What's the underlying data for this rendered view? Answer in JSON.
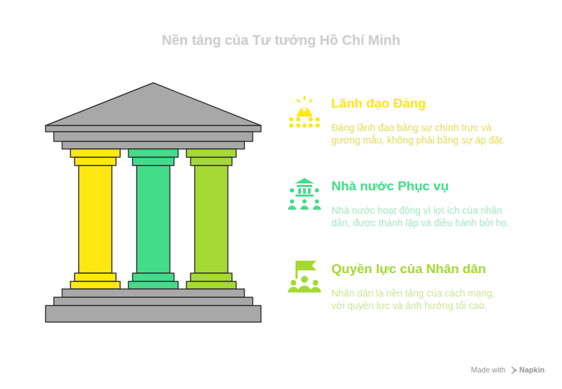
{
  "diagram": {
    "title": "Nền tảng của Tư tưởng Hồ Chí Minh",
    "nodes": [
      {
        "text": [
          "Lãnh đạo Đảng",
          "Đảng lãnh đạo bằng sự chính trực và gương mẫu, không phải bằng sự áp đặt."
        ]
      },
      {
        "text": [
          "Nhà nước Phục vụ",
          "Nhà nước hoạt động vì lợi ích của nhân dân, được thành lập và điều hành bởi họ."
        ]
      },
      {
        "text": [
          "Quyền lực của Nhân dân",
          "Nhân dân là nền tảng của cách mạng, với quyền lực và ảnh hưởng tối cao."
        ]
      }
    ],
    "labels": [
      "Made with",
      "Napkin"
    ]
  }
}
